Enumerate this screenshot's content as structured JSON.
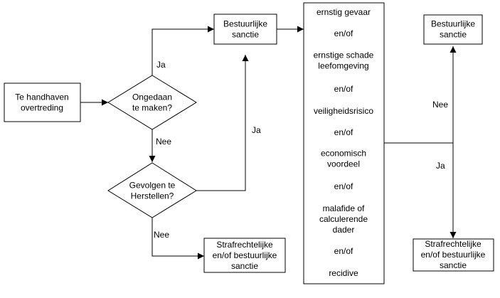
{
  "nodes": {
    "te_handhaven": [
      "Te handhaven",
      "overtreding"
    ],
    "ongedaan": [
      "Ongedaan",
      "te maken?"
    ],
    "gevolgen": [
      "Gevolgen te",
      "Herstellen?"
    ],
    "bestuurlijke_mid": [
      "Bestuurlijke",
      "sanctie"
    ],
    "strafrechtelijke_mid": [
      "Strafrechtelijke",
      "en/of bestuurlijke",
      "sanctie"
    ],
    "bestuurlijke_right": [
      "Bestuurlijke",
      "sanctie"
    ],
    "strafrechtelijke_right": [
      "Strafrechtelijke",
      "en/of bestuurlijke",
      "sanctie"
    ]
  },
  "criteria": [
    [
      "ernstig gevaar"
    ],
    [
      "en/of"
    ],
    [
      "ernstige schade",
      "leefomgeving"
    ],
    [
      "en/of"
    ],
    [
      "veiligheidsrisico"
    ],
    [
      "en/of"
    ],
    [
      "economisch",
      "voordeel"
    ],
    [
      "en/of"
    ],
    [
      "malafide of",
      "calculerende",
      "dader"
    ],
    [
      "en/of"
    ],
    [
      "recidive"
    ]
  ],
  "labels": {
    "ja_top": "Ja",
    "nee_mid": "Nee",
    "ja_gevolgen": "Ja",
    "nee_bottom": "Nee",
    "nee_right": "Nee",
    "ja_right": "Ja"
  }
}
